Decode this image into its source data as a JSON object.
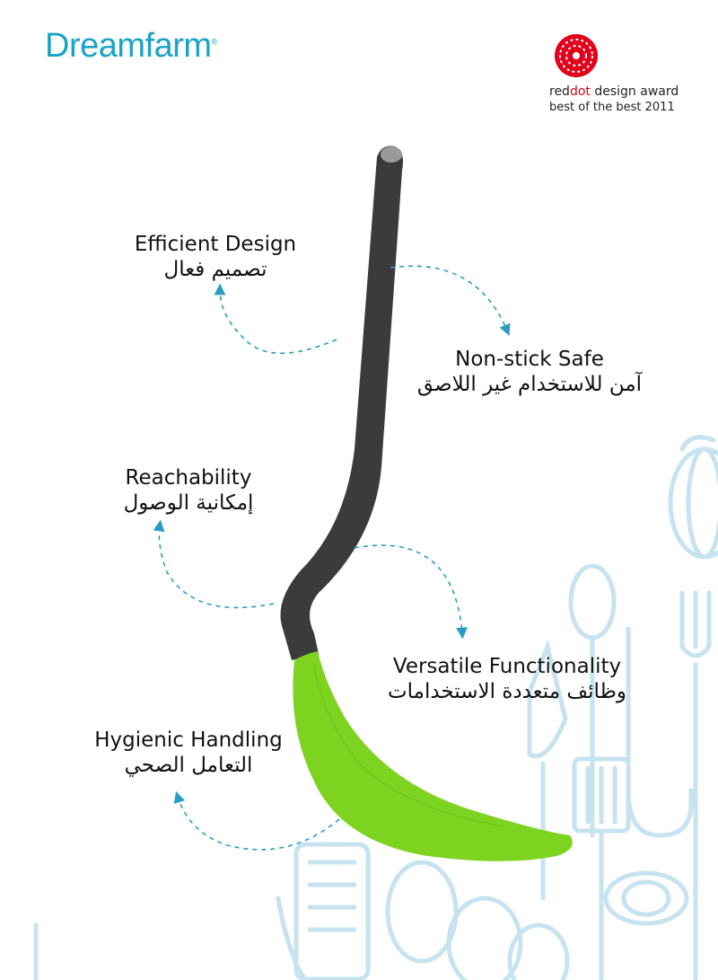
{
  "brand": {
    "name": "Dreamfarm",
    "reg": "®"
  },
  "award": {
    "line1_prefix": "red",
    "line1_highlight": "dot",
    "line1_suffix": " design award",
    "line2": "best of the best 2011"
  },
  "features": [
    {
      "en": "Efficient Design",
      "ar": "تصميم فعال"
    },
    {
      "en": "Non-stick Safe",
      "ar": "آمن للاستخدام غير اللاصق"
    },
    {
      "en": "Reachability",
      "ar": "إمكانية الوصول"
    },
    {
      "en": "Versatile Functionality",
      "ar": "وظائف متعددة الاستخدامات"
    },
    {
      "en": "Hygienic Handling",
      "ar": "التعامل الصحي"
    }
  ],
  "colors": {
    "brand": "#1aa3c8",
    "accent_red": "#e2001a",
    "spatula_head": "#7ed321",
    "handle": "#3a3b3d",
    "arrows": "#2a9bc4",
    "doodles": "#b9dcea"
  },
  "icons": [
    "reddot-logo-icon",
    "spatula-image",
    "kitchen-utensils-doodle"
  ]
}
